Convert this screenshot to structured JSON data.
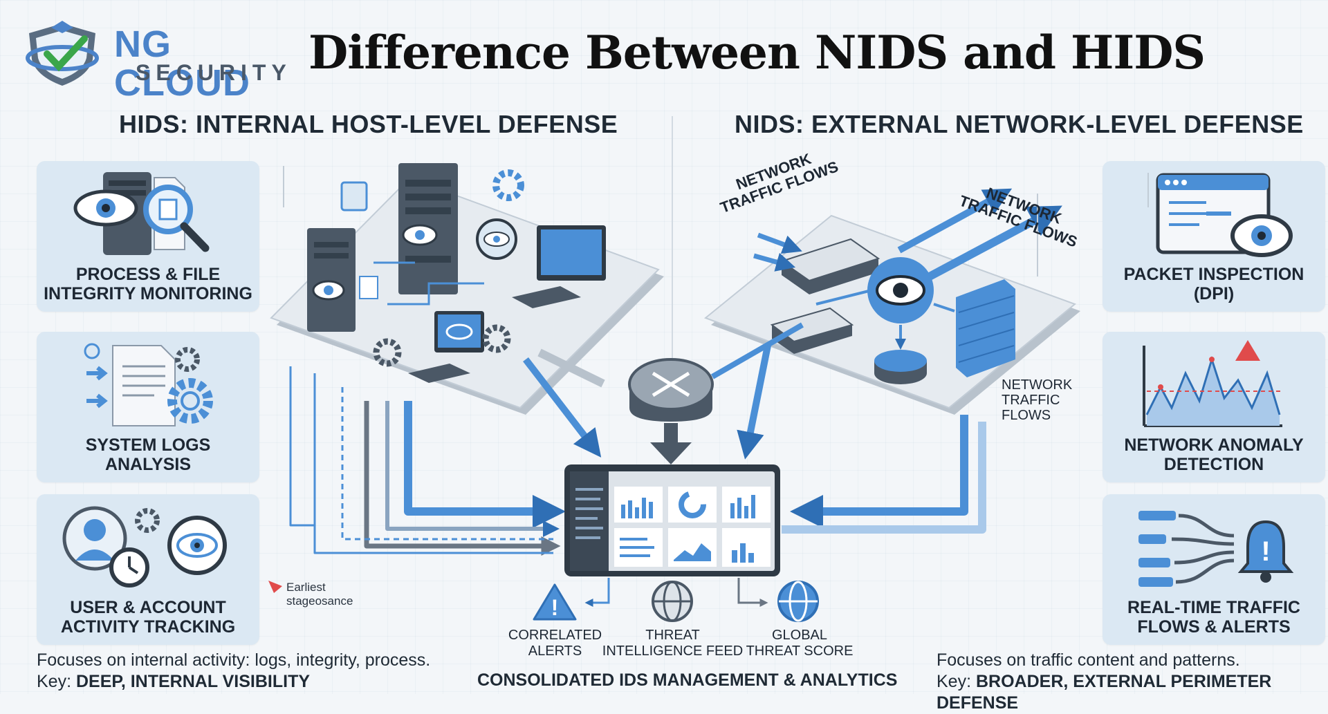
{
  "logo": {
    "line1": "NG CLOUD",
    "line2": "SECURITY"
  },
  "title": "Difference Between NIDS and HIDS",
  "hids": {
    "title": "HIDS: INTERNAL HOST-LEVEL DEFENSE",
    "features": [
      {
        "label": "PROCESS & FILE\nINTEGRITY MONITORING",
        "icon": "server-eye-magnifier-icon"
      },
      {
        "label": "SYSTEM LOGS\nANALYSIS",
        "icon": "log-document-gear-icon"
      },
      {
        "label": "USER & ACCOUNT\nACTIVITY TRACKING",
        "icon": "user-stopwatch-eye-icon"
      }
    ],
    "summary": "Focuses on internal activity: logs, integrity, process.",
    "key_prefix": "Key: ",
    "key": "DEEP, INTERNAL VISIBILITY"
  },
  "nids": {
    "title": "NIDS: EXTERNAL NETWORK-LEVEL DEFENSE",
    "features": [
      {
        "label": "PACKET INSPECTION\n(DPI)",
        "icon": "browser-window-eye-icon"
      },
      {
        "label": "NETWORK ANOMALY\nDETECTION",
        "icon": "anomaly-chart-warning-icon"
      },
      {
        "label": "REAL-TIME TRAFFIC\nFLOWS & ALERTS",
        "icon": "traffic-flows-bell-icon"
      }
    ],
    "summary": "Focuses on traffic content and patterns.",
    "key_prefix": "Key: ",
    "key": "BROADER, EXTERNAL PERIMETER DEFENSE"
  },
  "diagram": {
    "traffic_label_1": "NETWORK\nTRAFFIC FLOWS",
    "traffic_label_2": "NETWORK\nTRAFFIC FLOWS",
    "traffic_label_3": "NETWORK\nTRAFFIC\nFLOWS",
    "earliest_note": "Earliest\nstageosance"
  },
  "outputs": [
    {
      "label": "CORRELATED\nALERTS",
      "icon": "warning-triangle-icon"
    },
    {
      "label": "THREAT\nINTELLIGENCE FEED",
      "icon": "globe-icon"
    },
    {
      "label": "GLOBAL\nTHREAT SCORE",
      "icon": "globe-icon"
    }
  ],
  "consolidated": "CONSOLIDATED IDS MANAGEMENT & ANALYTICS",
  "colors": {
    "accent": "#4b8fd6",
    "card": "#dbe8f3",
    "dark": "#1f2a35",
    "alert": "#e04b4b"
  }
}
